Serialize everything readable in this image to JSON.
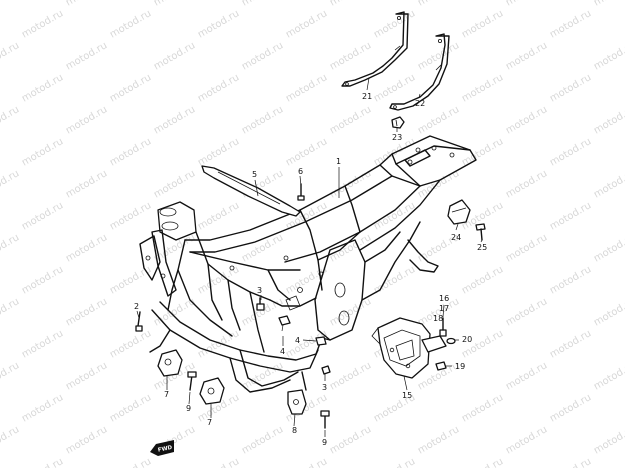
{
  "diagram": {
    "watermark_text": "motod.ru",
    "fwd_badge_text": "FWD",
    "callouts": {
      "frame": "1",
      "bolt_front": "2",
      "bolt_left": "3",
      "bolt_right": "3",
      "nut_left": "4",
      "nut_right": "4",
      "cover": "5",
      "screw_top": "6",
      "bracket_left": "7",
      "bracket_right": "7",
      "bracket_mid": "8",
      "bolt_mid": "9",
      "bolt_bottom": "9",
      "battery_holder": "15",
      "part_16": "16",
      "part_17": "17",
      "part_18": "18",
      "part_19": "19",
      "part_20": "20",
      "handle_left": "21",
      "handle_right": "22",
      "part_23": "23",
      "part_24": "24",
      "part_25": "25"
    }
  }
}
